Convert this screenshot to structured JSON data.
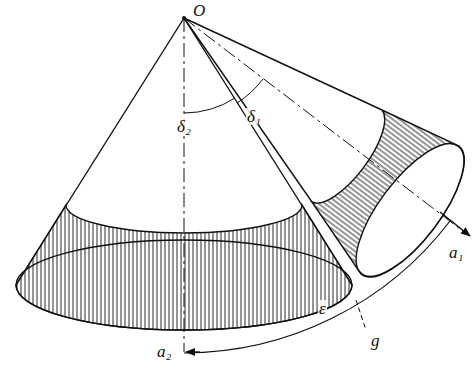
{
  "diagram": {
    "labels": [
      "O",
      "δ₂",
      "δ₁",
      "a₁",
      "a₂",
      "ε",
      "g"
    ]
  }
}
